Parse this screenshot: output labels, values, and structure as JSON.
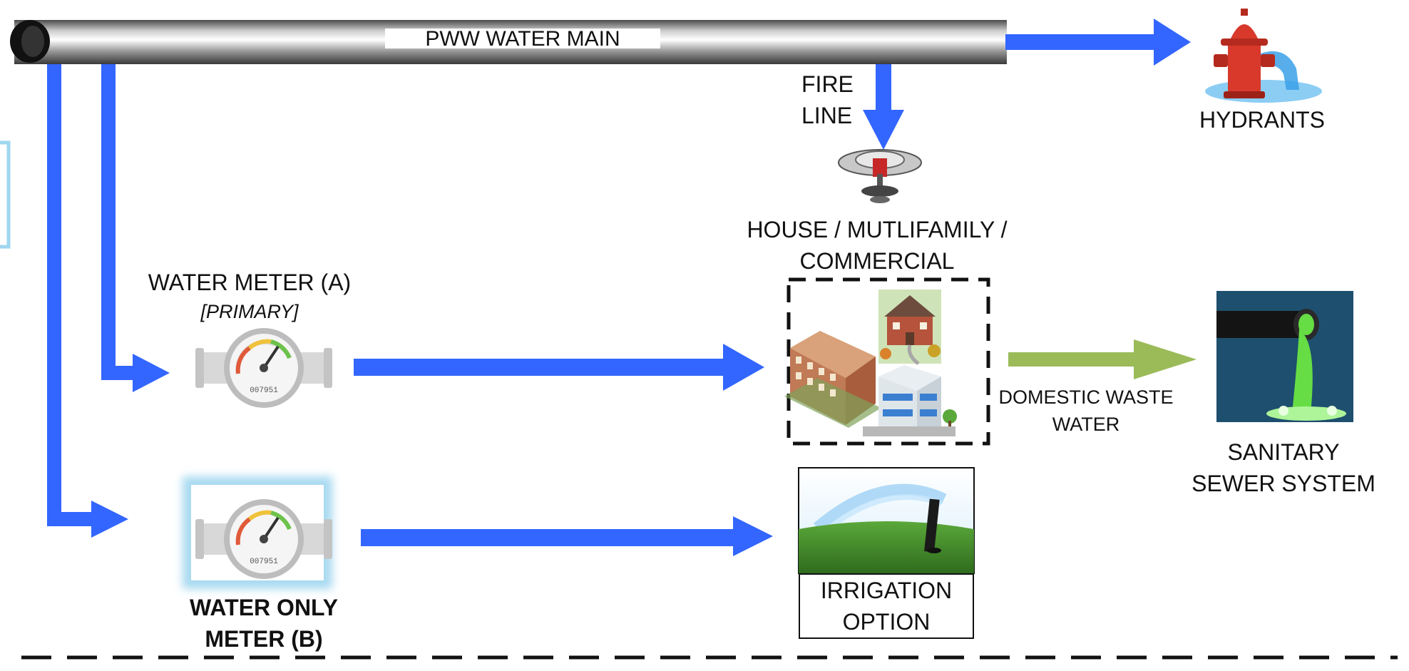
{
  "labels": {
    "main": "PWW WATER MAIN",
    "fire_line": [
      "FIRE",
      "LINE"
    ],
    "hydrants": "HYDRANTS",
    "buildings": [
      "HOUSE / MUTLIFAMILY /",
      "COMMERCIAL"
    ],
    "meter_a": [
      "WATER METER (A)",
      "[PRIMARY]"
    ],
    "meter_b": [
      "WATER ONLY",
      "METER (B)"
    ],
    "domestic_waste": [
      "DOMESTIC WASTE",
      "WATER"
    ],
    "sanitary": [
      "SANITARY",
      "SEWER SYSTEM"
    ],
    "irrigation": [
      "IRRIGATION",
      "OPTION"
    ]
  },
  "meter_readout": "007951",
  "colors": {
    "water_arrow": "#3366ff",
    "waste_arrow": "#9bbb59",
    "pipe": "#9a9a9a",
    "sewer_bg": "#1e4f6e",
    "sewage": "#66dd44"
  },
  "icons": [
    "pipe-icon",
    "fire-hydrant-icon",
    "sprinkler-head-icon",
    "water-meter-icon",
    "apartment-building-icon",
    "house-icon",
    "office-building-icon",
    "sewer-outfall-icon",
    "lawn-sprinkler-icon"
  ]
}
